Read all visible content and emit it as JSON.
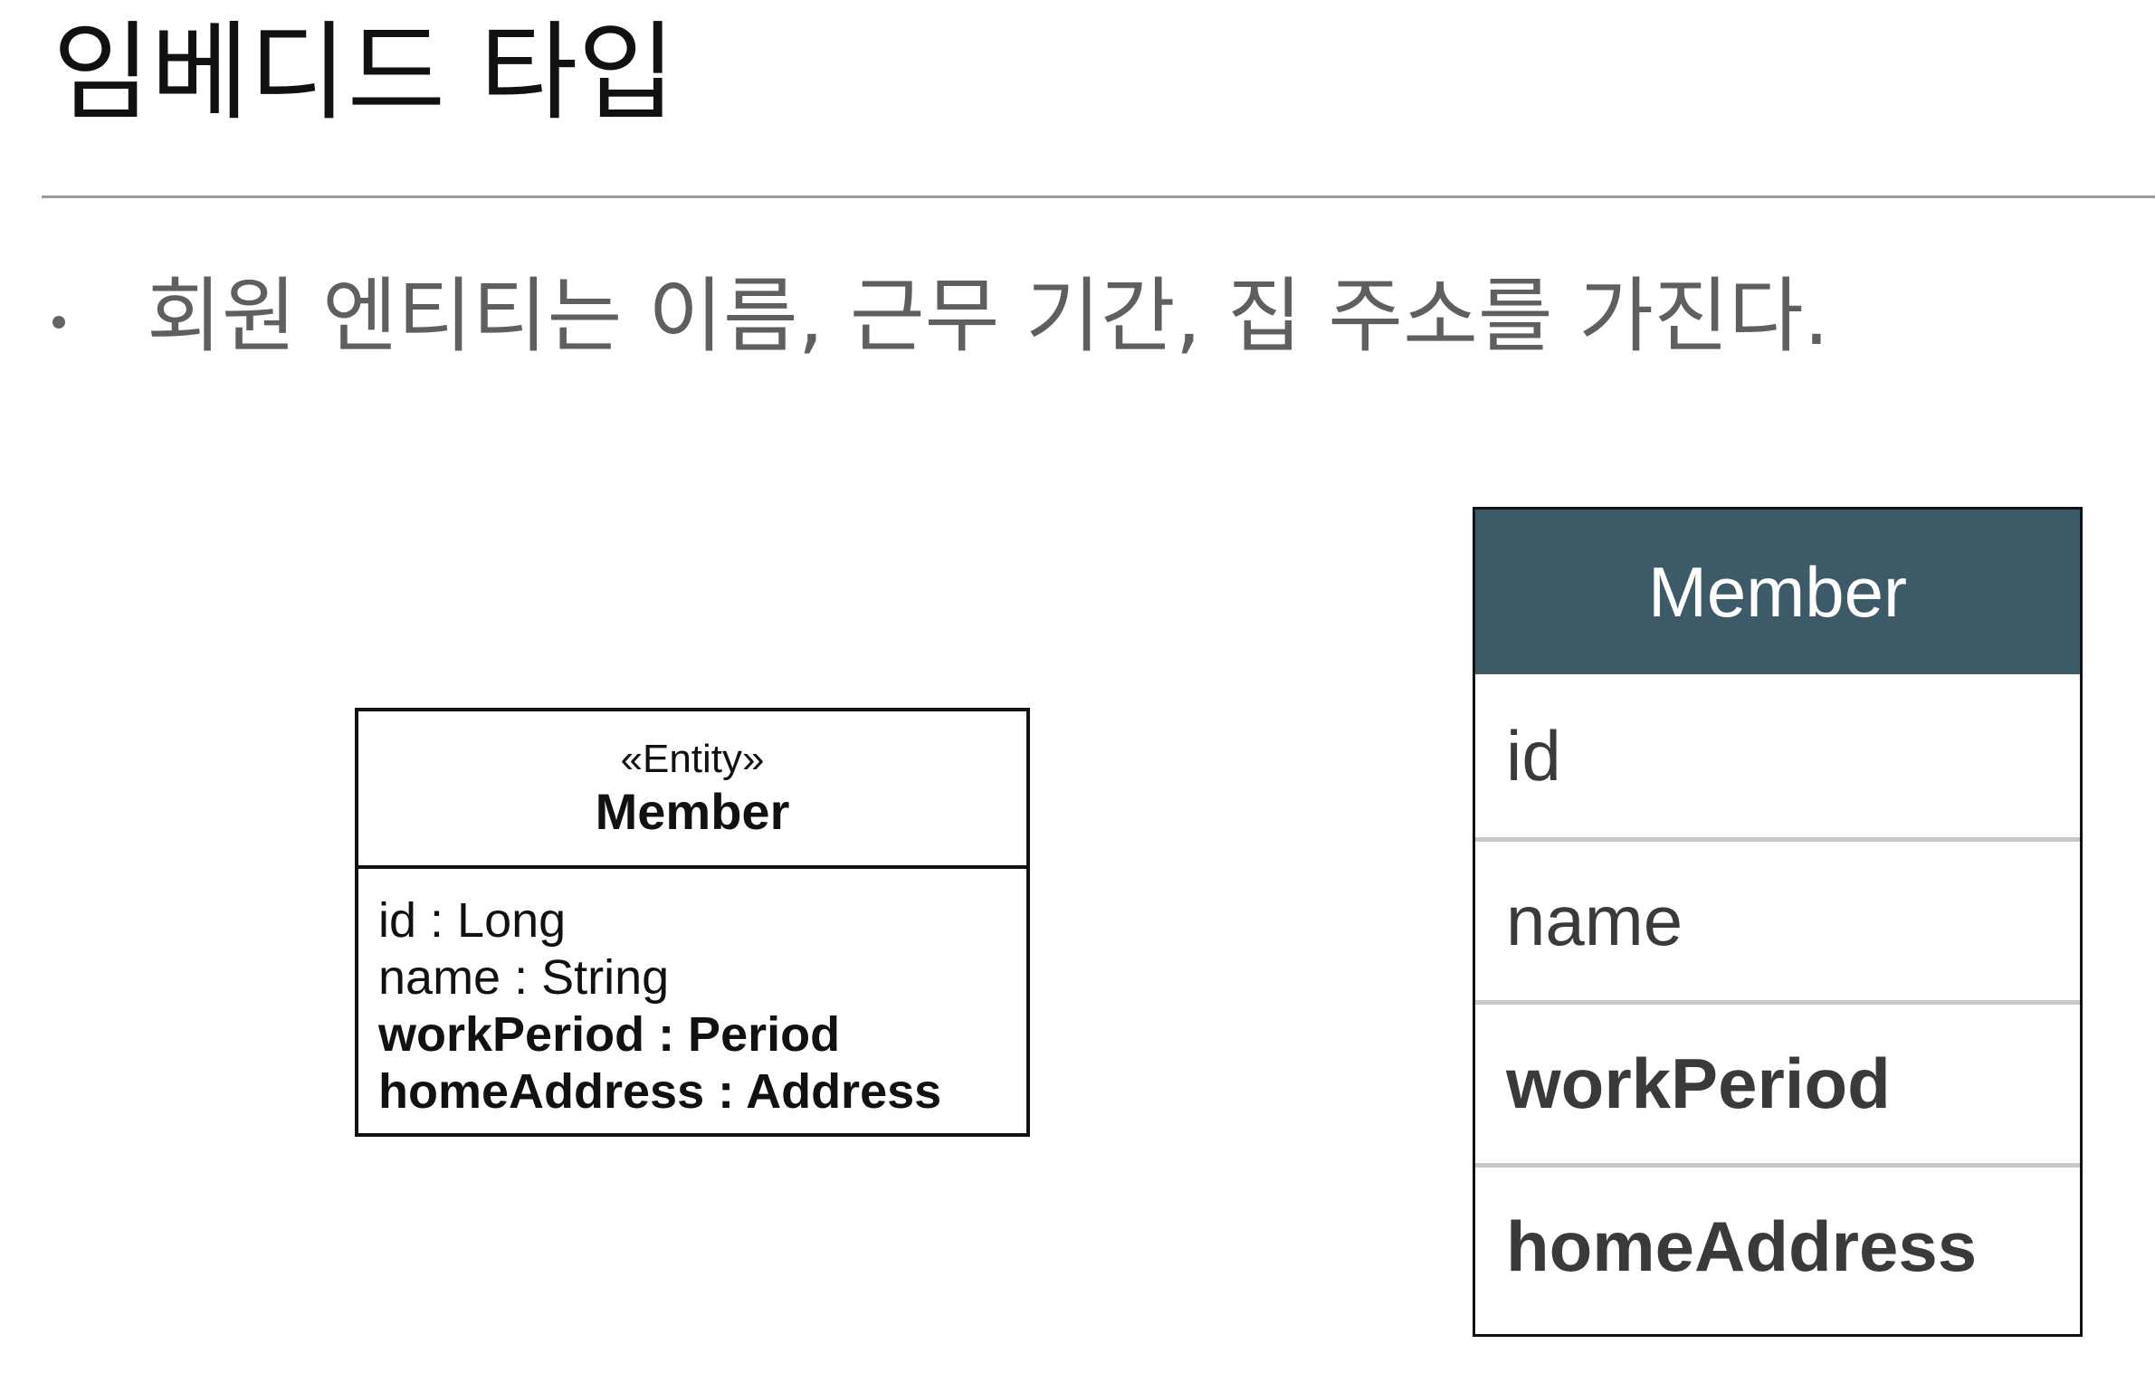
{
  "slide": {
    "title": "임베디드 타입",
    "bullet": "회원 엔티티는 이름, 근무 기간, 집 주소를 가진다."
  },
  "uml_entity": {
    "stereotype": "«Entity»",
    "name": "Member",
    "attributes": [
      {
        "text": "id : Long",
        "bold": false
      },
      {
        "text": "name : String",
        "bold": false
      },
      {
        "text": "workPeriod : Period",
        "bold": true
      },
      {
        "text": "homeAddress : Address",
        "bold": true
      }
    ]
  },
  "table_entity": {
    "name": "Member",
    "header_color": "#3d5a68",
    "columns": [
      {
        "text": "id",
        "bold": false
      },
      {
        "text": "name",
        "bold": false
      },
      {
        "text": "workPeriod",
        "bold": true
      },
      {
        "text": "homeAddress",
        "bold": true
      }
    ]
  }
}
